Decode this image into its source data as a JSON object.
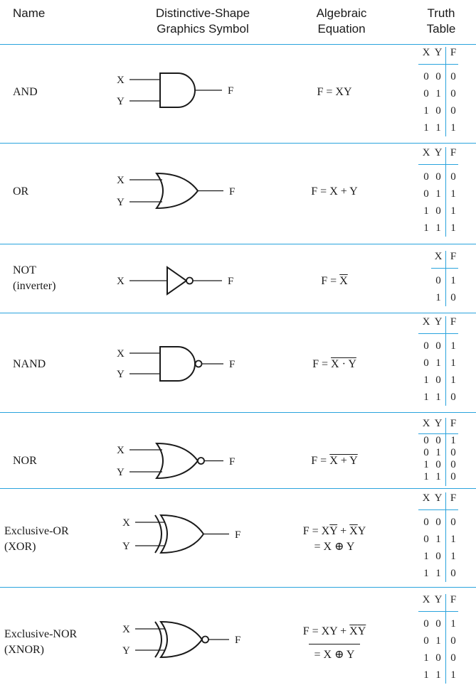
{
  "header": {
    "name": "Name",
    "symbol_line1": "Distinctive-Shape",
    "symbol_line2": "Graphics Symbol",
    "equation_line1": "Algebraic",
    "equation_line2": "Equation",
    "truth_line1": "Truth",
    "truth_line2": "Table"
  },
  "symbol_labels": {
    "x": "X",
    "y": "Y",
    "f": "F"
  },
  "truth_header": {
    "x": "X",
    "y": "Y",
    "f": "F"
  },
  "gates": [
    {
      "name": "AND",
      "name2": "",
      "eq_lhs": "F = ",
      "eq_a": "XY",
      "rows": [
        [
          "0",
          "0",
          "0"
        ],
        [
          "0",
          "1",
          "0"
        ],
        [
          "1",
          "0",
          "0"
        ],
        [
          "1",
          "1",
          "1"
        ]
      ]
    },
    {
      "name": "OR",
      "name2": "",
      "eq_lhs": "F = ",
      "eq_a": "X + Y",
      "rows": [
        [
          "0",
          "0",
          "0"
        ],
        [
          "0",
          "1",
          "1"
        ],
        [
          "1",
          "0",
          "1"
        ],
        [
          "1",
          "1",
          "1"
        ]
      ]
    },
    {
      "name": "NOT",
      "name2": "(inverter)",
      "eq_lhs": "F = ",
      "eq_a": "X",
      "rows": [
        [
          "0",
          "1"
        ],
        [
          "1",
          "0"
        ]
      ]
    },
    {
      "name": "NAND",
      "name2": "",
      "eq_lhs": "F = ",
      "eq_a": "X · Y",
      "rows": [
        [
          "0",
          "0",
          "1"
        ],
        [
          "0",
          "1",
          "1"
        ],
        [
          "1",
          "0",
          "1"
        ],
        [
          "1",
          "1",
          "0"
        ]
      ]
    },
    {
      "name": "NOR",
      "name2": "",
      "eq_lhs": "F = ",
      "eq_a": "X + Y",
      "rows": [
        [
          "0",
          "0",
          "1"
        ],
        [
          "0",
          "1",
          "0"
        ],
        [
          "1",
          "0",
          "0"
        ],
        [
          "1",
          "1",
          "0"
        ]
      ]
    },
    {
      "name": "Exclusive-OR",
      "name2": "(XOR)",
      "eq_line1_lhs": "F = X",
      "eq_line1_a": "Y",
      "eq_line1_plus": " + ",
      "eq_line1_b": "X",
      "eq_line1_c": "Y",
      "eq_line2": "= X ⊕ Y",
      "rows": [
        [
          "0",
          "0",
          "0"
        ],
        [
          "0",
          "1",
          "1"
        ],
        [
          "1",
          "0",
          "1"
        ],
        [
          "1",
          "1",
          "0"
        ]
      ]
    },
    {
      "name": "Exclusive-NOR",
      "name2": "(XNOR)",
      "eq_line1_lhs": "F = XY + ",
      "eq_line1_b": "X",
      "eq_line1_c": "Y",
      "eq_line2": "= X ⊕ Y",
      "rows": [
        [
          "0",
          "0",
          "1"
        ],
        [
          "0",
          "1",
          "0"
        ],
        [
          "1",
          "0",
          "0"
        ],
        [
          "1",
          "1",
          "1"
        ]
      ]
    }
  ],
  "colors": {
    "rule": "#29a3dd",
    "text": "#1a1a1a"
  }
}
